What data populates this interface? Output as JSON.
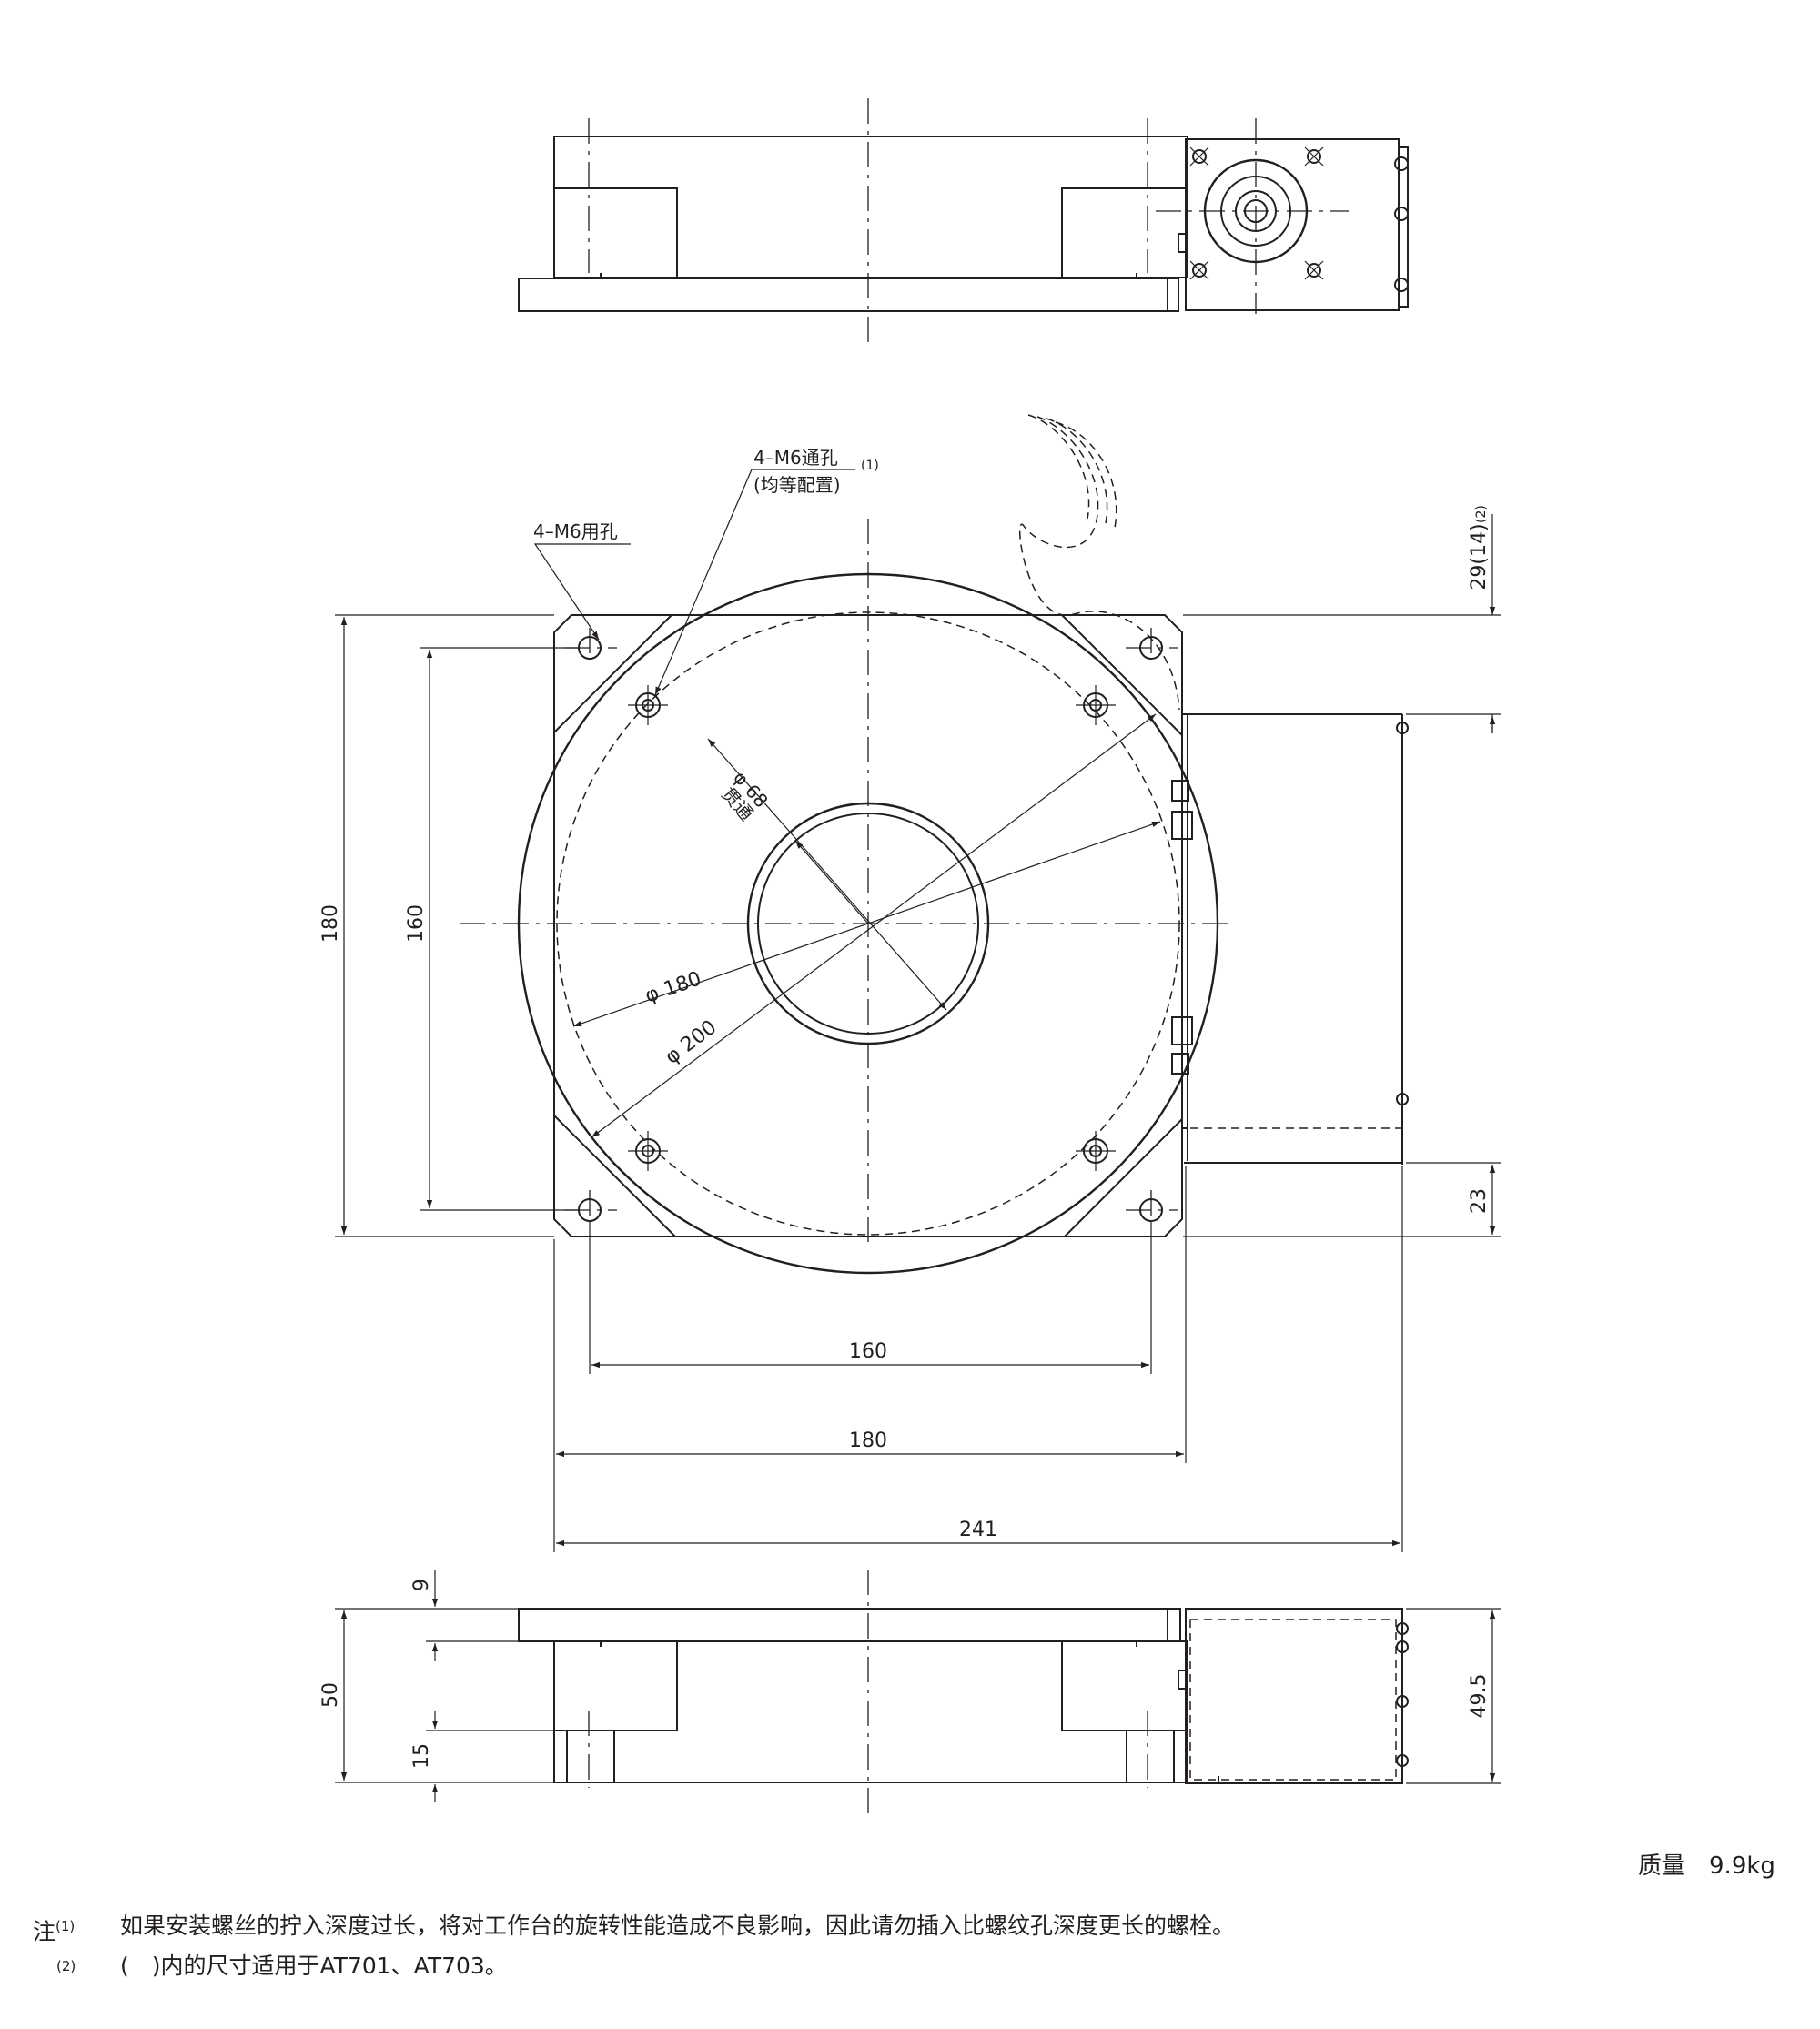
{
  "labels": {
    "through_hole": "4–M6通孔",
    "through_hole_sup": "(1)",
    "equal_spacing": "(均等配置)",
    "mount_hole": "4–M6用孔",
    "bore_dia": "φ 68",
    "bore_note": "贯通",
    "dia_180": "φ 180",
    "dia_200": "φ 200",
    "offset_top": "29(14)",
    "offset_top_sup": "(2)"
  },
  "dimensions": {
    "height_180": "180",
    "height_160": "160",
    "width_160": "160",
    "width_180": "180",
    "width_241": "241",
    "offset_23": "23",
    "thick_9": "9",
    "height_50": "50",
    "height_15": "15",
    "height_49_5": "49.5"
  },
  "mass": {
    "label": "质量",
    "value": "9.9kg"
  },
  "notes": [
    {
      "prefix": "注",
      "mark": "(1)",
      "text": "如果安装螺丝的拧入深度过长，将对工作台的旋转性能造成不良影响，因此请勿插入比螺纹孔深度更长的螺栓。"
    },
    {
      "prefix": "",
      "mark": "(2)",
      "text": "(　)内的尺寸适用于AT701、AT703。"
    }
  ]
}
